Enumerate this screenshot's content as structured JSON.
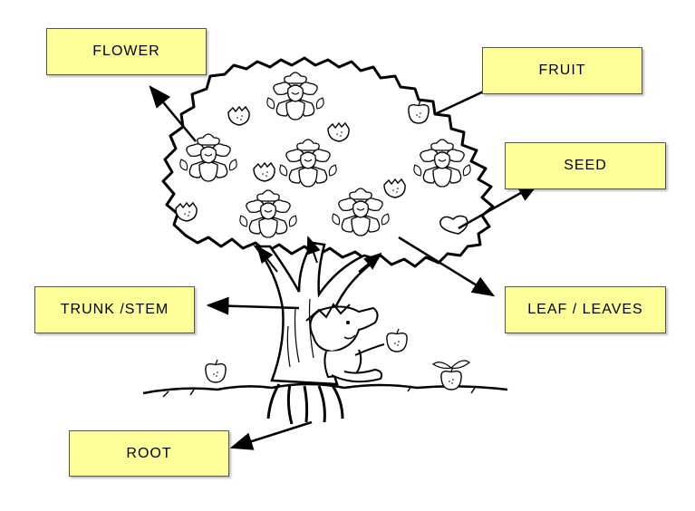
{
  "labels": {
    "flower": "FLOWER",
    "fruit": "FRUIT",
    "seed": "SEED",
    "trunk": "TRUNK /STEM",
    "leaf": "LEAF / LEAVES",
    "root": "ROOT"
  },
  "colors": {
    "box_fill": "#ffff99",
    "ink": "#000000"
  }
}
